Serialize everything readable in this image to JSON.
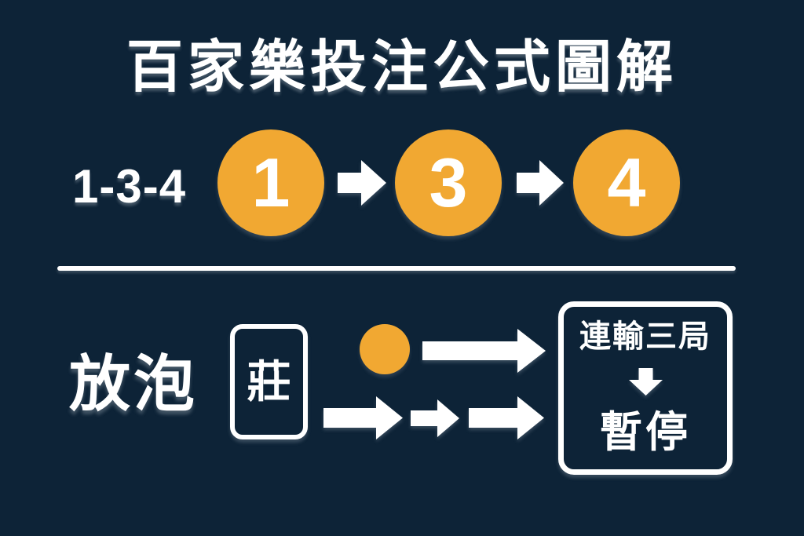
{
  "title": "百家樂投注公式圖解",
  "colors": {
    "background": "#0D2337",
    "accent_orange": "#F1A832",
    "foreground": "#FFFFFF"
  },
  "sequence_row": {
    "label": "1-3-4",
    "steps": [
      "1",
      "3",
      "4"
    ],
    "connector_icon": "block-arrow-right-icon"
  },
  "strategy_row": {
    "label": "放泡",
    "card_label": "莊",
    "marker_icon": "orange-dot",
    "flow_icons": [
      "block-arrow-right-icon",
      "block-arrow-right-icon",
      "block-arrow-right-icon",
      "block-arrow-right-icon"
    ],
    "result_box": {
      "line1": "連輸三局",
      "between_icon": "block-arrow-down-icon",
      "line2": "暫停"
    }
  }
}
